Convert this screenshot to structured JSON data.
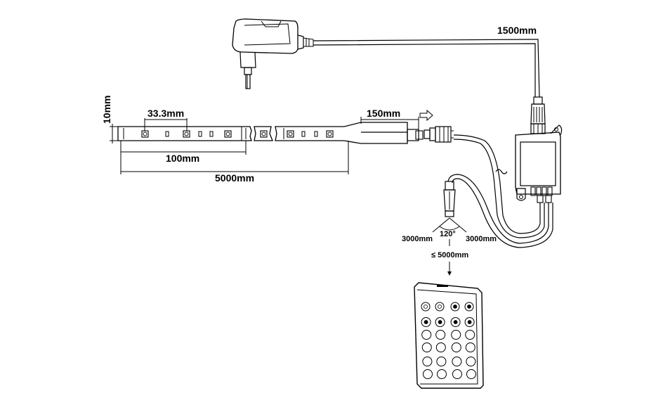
{
  "labels": {
    "cable_length": "1500mm",
    "strip_width": "10mm",
    "led_pitch": "33.3mm",
    "cut_section": "100mm",
    "strip_length": "5000mm",
    "lead_length": "150mm",
    "ir_range_left": "3000mm",
    "ir_angle": "120°",
    "ir_range_right": "3000mm",
    "ir_distance": "≤ 5000mm"
  },
  "icons": [
    "power-adapter-icon",
    "dc-plug-icon",
    "led-strip-icon",
    "connector-icon",
    "controller-box-icon",
    "ir-receiver-icon",
    "remote-control-icon",
    "arrow-right-icon",
    "arrow-down-icon"
  ],
  "remote": {
    "row1_buttons": 4,
    "button_rows": 6,
    "buttons_per_row": 4
  }
}
